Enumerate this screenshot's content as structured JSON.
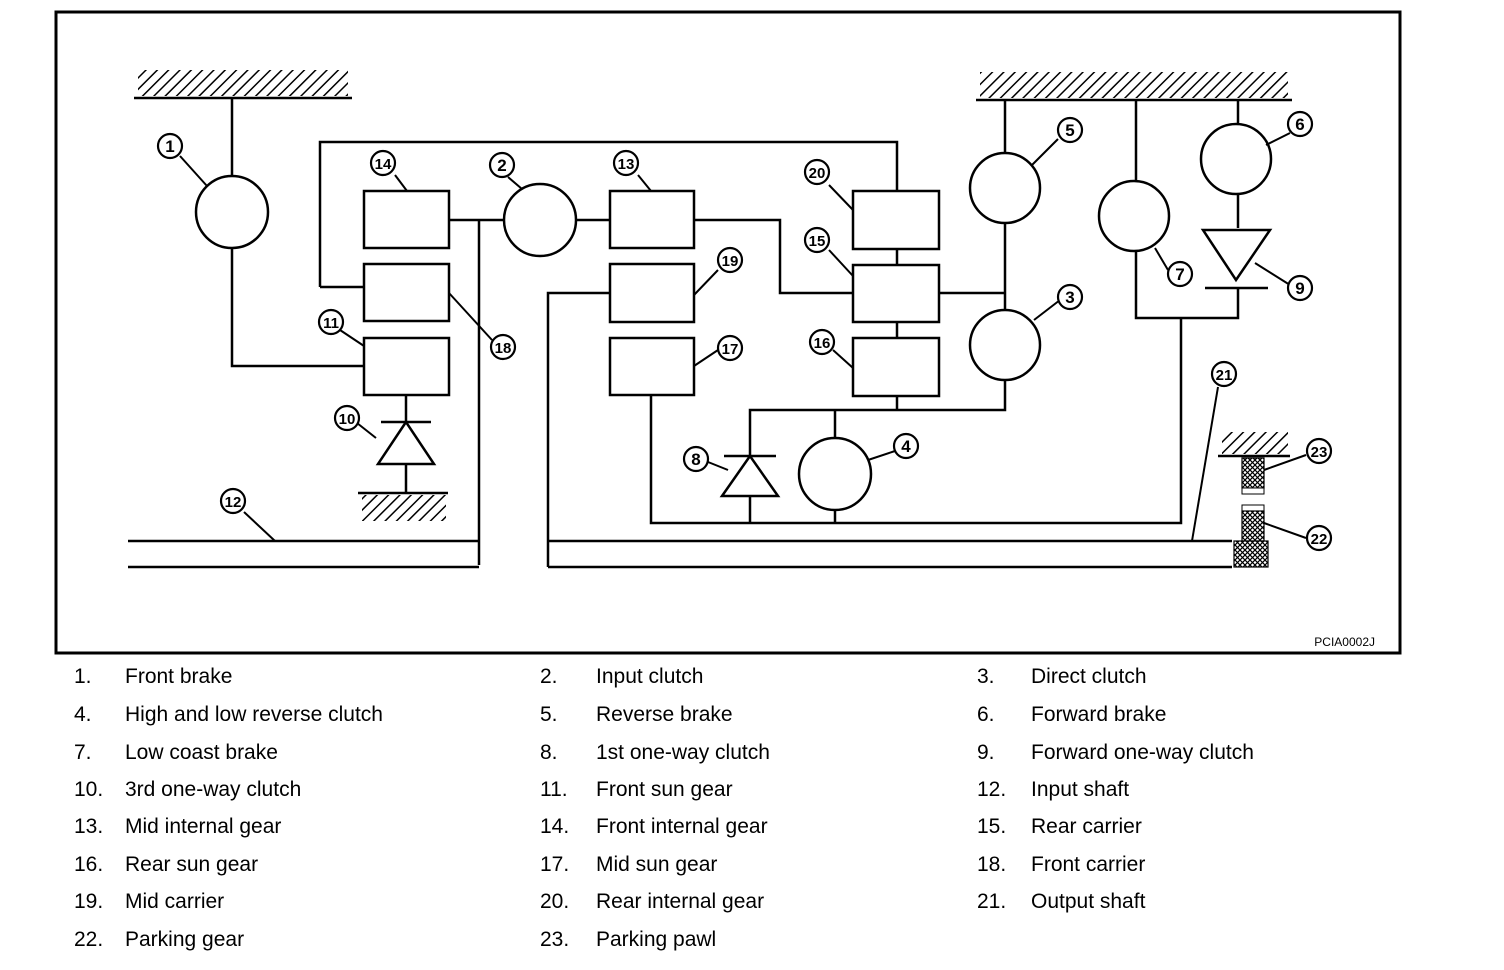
{
  "figure_id": "PCIA0002J",
  "callouts": [
    "1",
    "2",
    "3",
    "4",
    "5",
    "6",
    "7",
    "8",
    "9",
    "10",
    "11",
    "12",
    "13",
    "14",
    "15",
    "16",
    "17",
    "18",
    "19",
    "20",
    "21",
    "22",
    "23"
  ],
  "legend": [
    {
      "num": "1.",
      "label": "Front brake"
    },
    {
      "num": "2.",
      "label": "Input clutch"
    },
    {
      "num": "3.",
      "label": "Direct clutch"
    },
    {
      "num": "4.",
      "label": "High and low reverse clutch"
    },
    {
      "num": "5.",
      "label": "Reverse brake"
    },
    {
      "num": "6.",
      "label": "Forward brake"
    },
    {
      "num": "7.",
      "label": "Low coast brake"
    },
    {
      "num": "8.",
      "label": "1st one-way clutch"
    },
    {
      "num": "9.",
      "label": "Forward one-way clutch"
    },
    {
      "num": "10.",
      "label": "3rd one-way clutch"
    },
    {
      "num": "11.",
      "label": "Front sun gear"
    },
    {
      "num": "12.",
      "label": "Input shaft"
    },
    {
      "num": "13.",
      "label": "Mid internal gear"
    },
    {
      "num": "14.",
      "label": "Front internal gear"
    },
    {
      "num": "15.",
      "label": "Rear carrier"
    },
    {
      "num": "16.",
      "label": "Rear sun gear"
    },
    {
      "num": "17.",
      "label": "Mid sun gear"
    },
    {
      "num": "18.",
      "label": "Front carrier"
    },
    {
      "num": "19.",
      "label": "Mid carrier"
    },
    {
      "num": "20.",
      "label": "Rear internal gear"
    },
    {
      "num": "21.",
      "label": "Output shaft"
    },
    {
      "num": "22.",
      "label": "Parking gear"
    },
    {
      "num": "23.",
      "label": "Parking pawl"
    }
  ]
}
